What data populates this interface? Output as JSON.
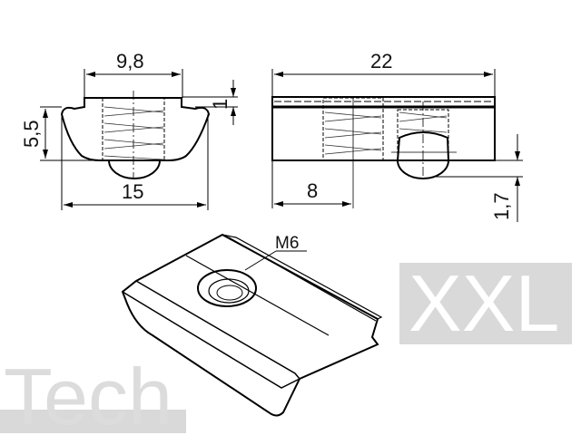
{
  "drawing": {
    "front_view": {
      "width_top": "9,8",
      "height": "5,5",
      "width_bottom": "15",
      "flange": "1"
    },
    "side_view": {
      "length": "22",
      "hole_offset": "8",
      "ball_protrusion": "1,7"
    },
    "iso_view": {
      "thread_label": "M6"
    },
    "watermark": {
      "part1": "Tech",
      "part2": "XXL"
    },
    "colors": {
      "watermark_gray": "#d9d9d9",
      "line": "#000000"
    }
  }
}
